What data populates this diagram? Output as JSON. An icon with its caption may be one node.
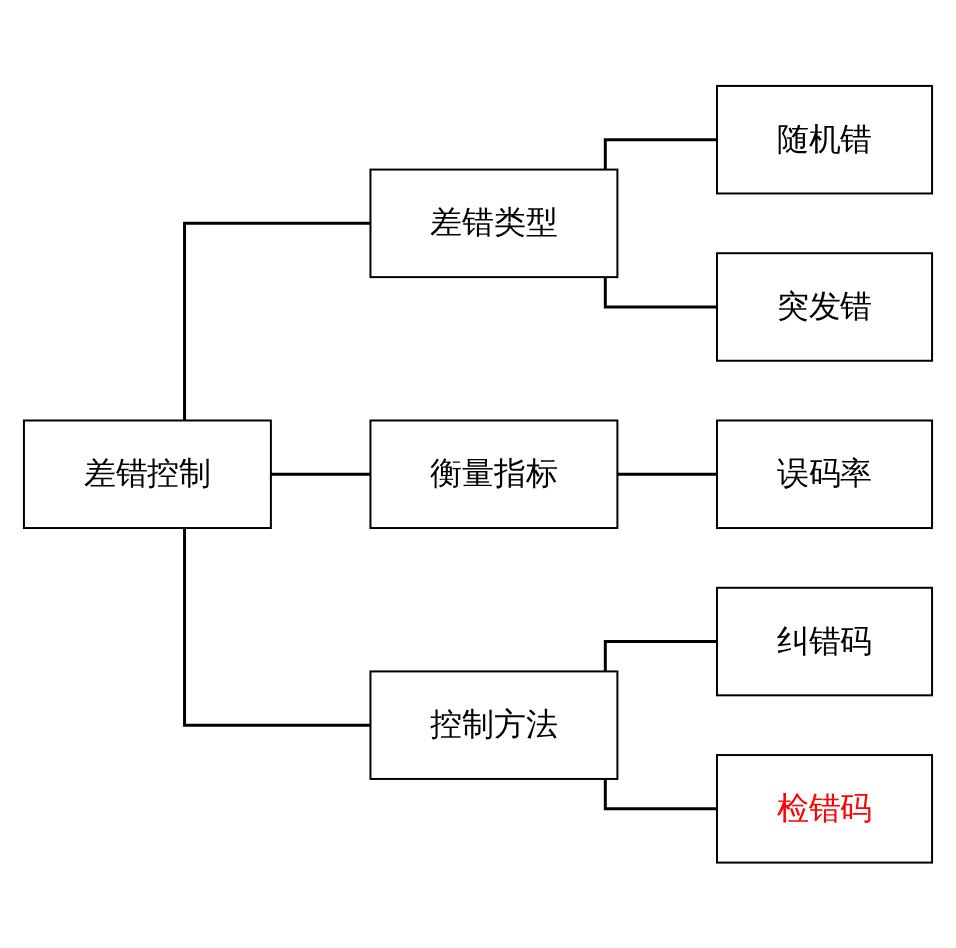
{
  "diagram": {
    "nodes": [
      {
        "text": [
          "差错控制"
        ]
      },
      {
        "text": [
          "差错类型"
        ]
      },
      {
        "text": [
          "衡量指标"
        ]
      },
      {
        "text": [
          "控制方法"
        ]
      },
      {
        "text": [
          "随机错"
        ]
      },
      {
        "text": [
          "突发错"
        ]
      },
      {
        "text": [
          "误码率"
        ]
      },
      {
        "text": [
          "纠错码"
        ]
      },
      {
        "text": [
          "检错码"
        ]
      }
    ],
    "edges": [
      {
        "from": 0,
        "to": 1,
        "arrow": "none"
      },
      {
        "from": 0,
        "to": 2,
        "arrow": "none"
      },
      {
        "from": 0,
        "to": 3,
        "arrow": "none"
      },
      {
        "from": 1,
        "to": 4,
        "arrow": "none"
      },
      {
        "from": 1,
        "to": 5,
        "arrow": "none"
      },
      {
        "from": 2,
        "to": 6,
        "arrow": "none"
      },
      {
        "from": 3,
        "to": 7,
        "arrow": "none"
      },
      {
        "from": 3,
        "to": 8,
        "arrow": "none"
      }
    ]
  }
}
